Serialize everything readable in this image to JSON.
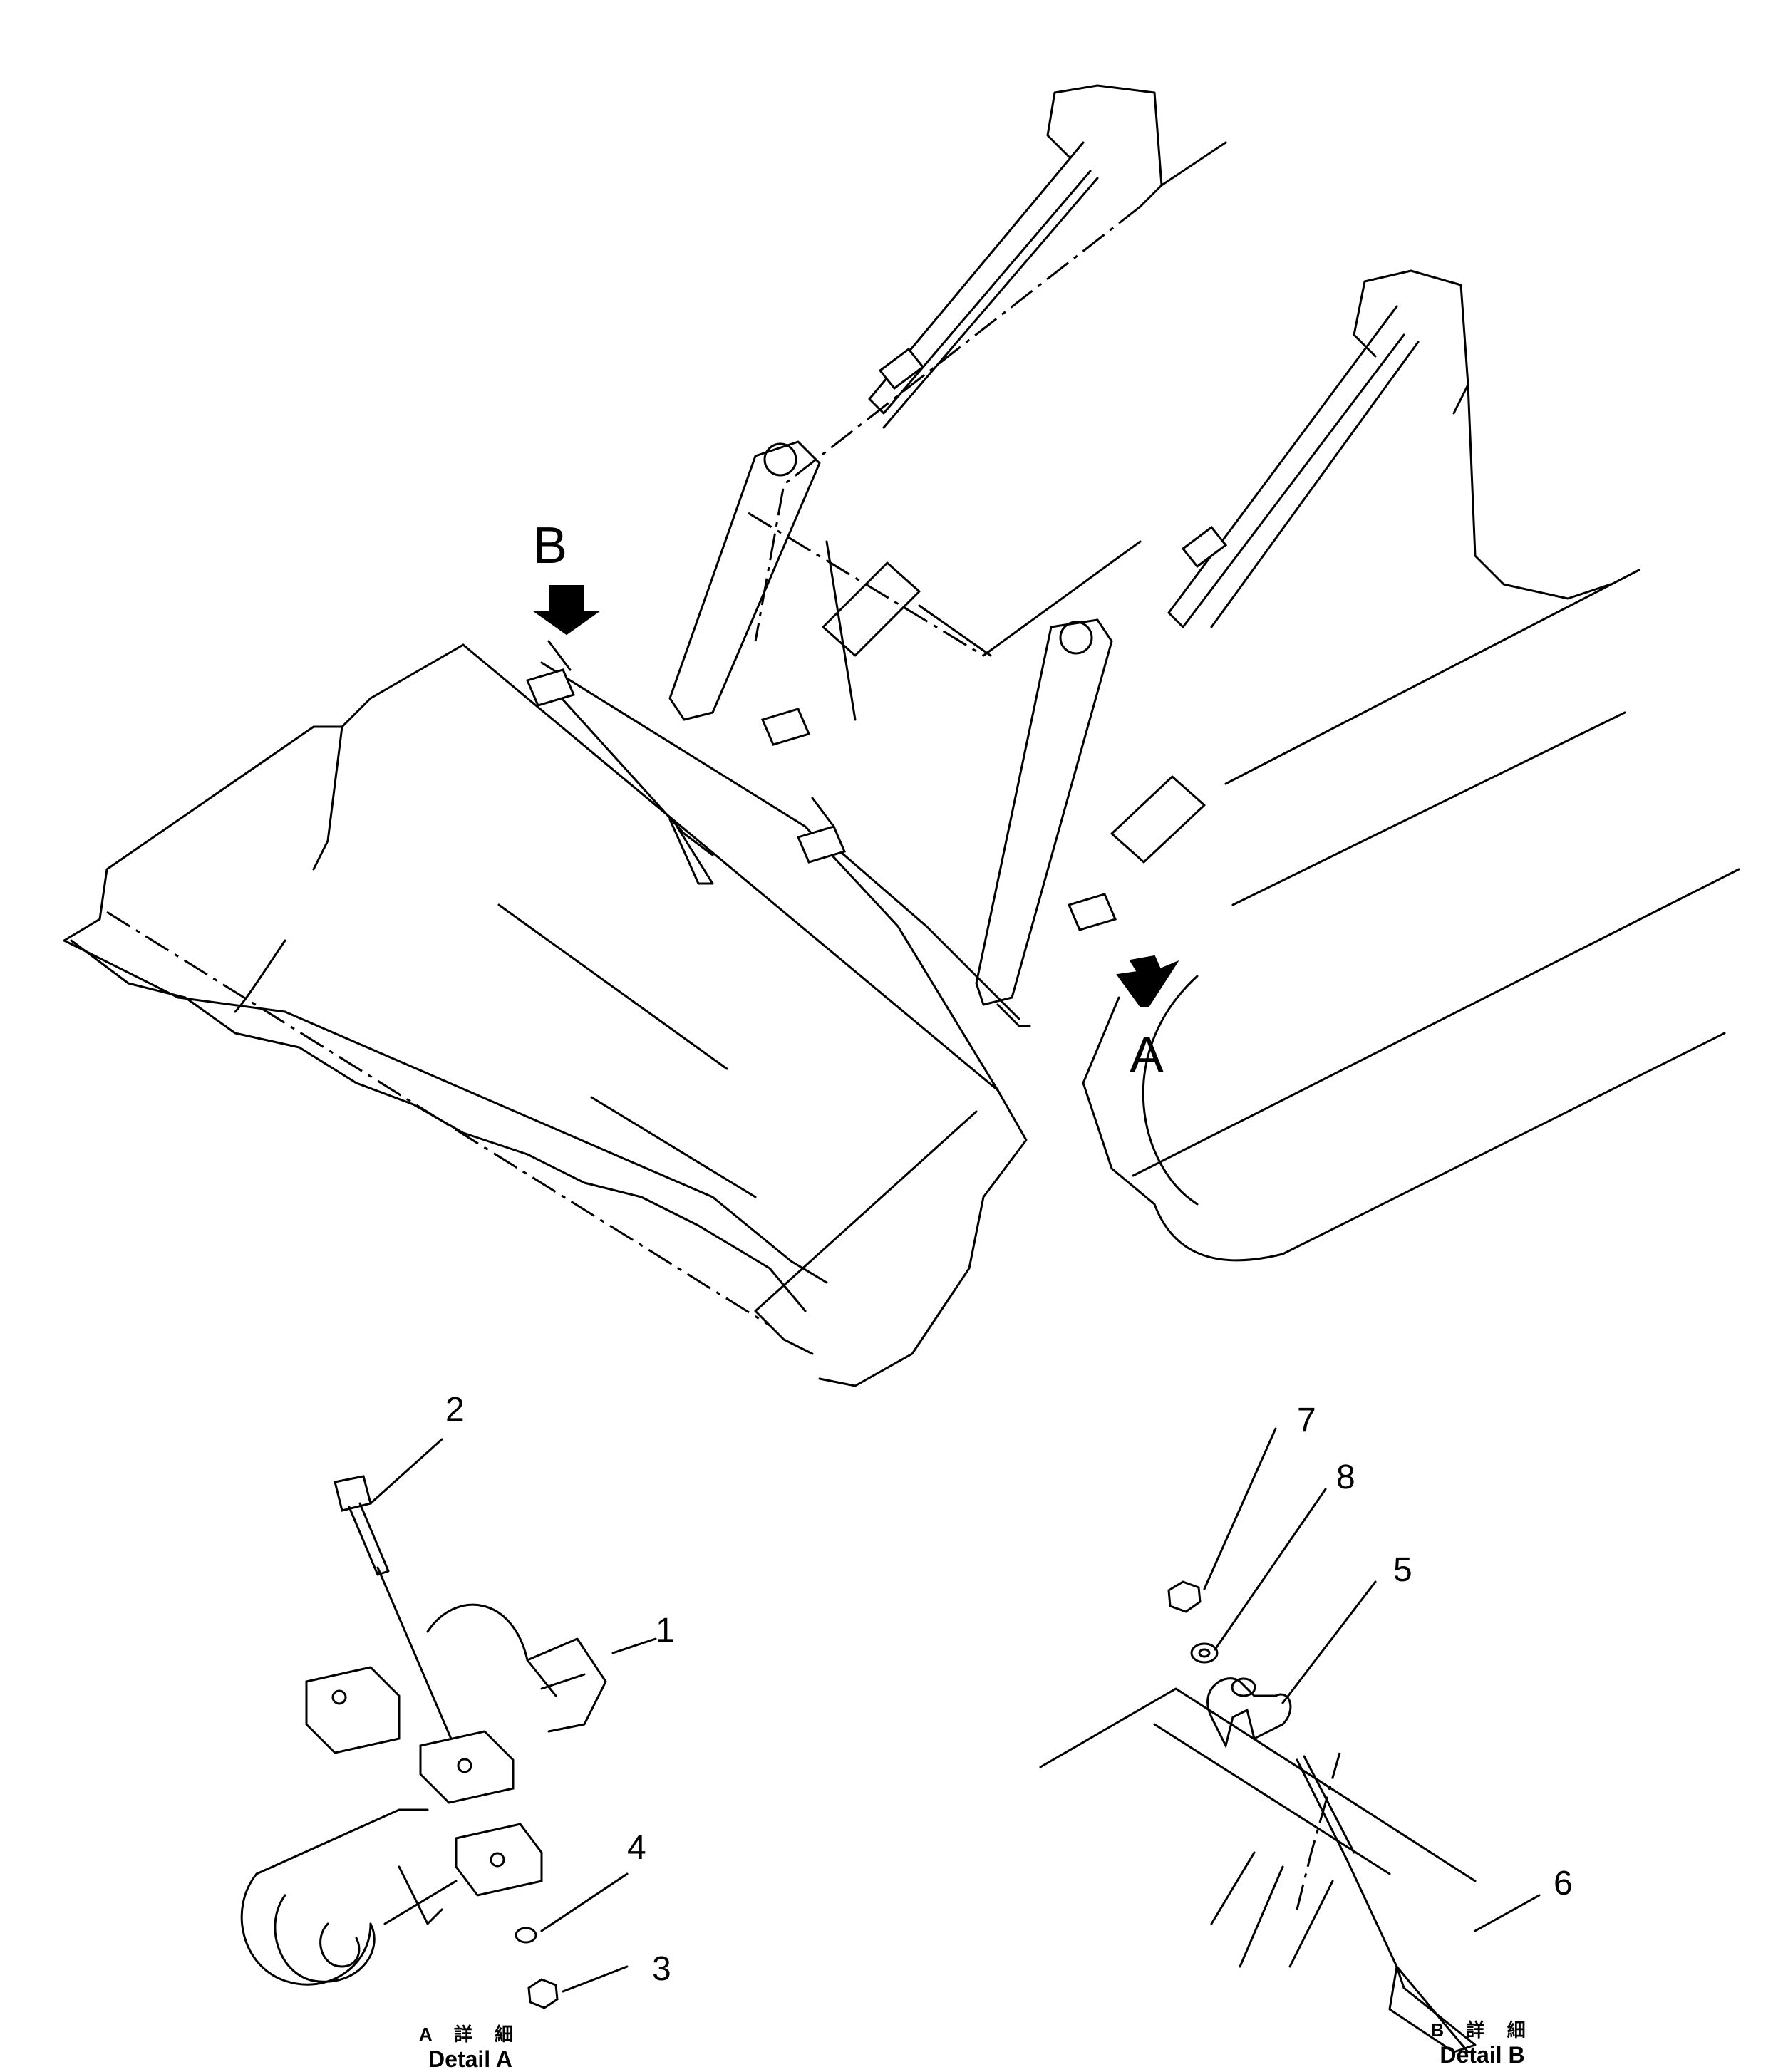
{
  "view_labels": {
    "a": "A",
    "b": "B"
  },
  "part_numbers": [
    "1",
    "2",
    "3",
    "4",
    "5",
    "6",
    "7",
    "8"
  ],
  "detail_a": {
    "caption_jp": "A 詳 細",
    "caption_en": "Detail A"
  },
  "detail_b": {
    "caption_jp": "B 詳 細",
    "caption_en": "Detail B"
  }
}
